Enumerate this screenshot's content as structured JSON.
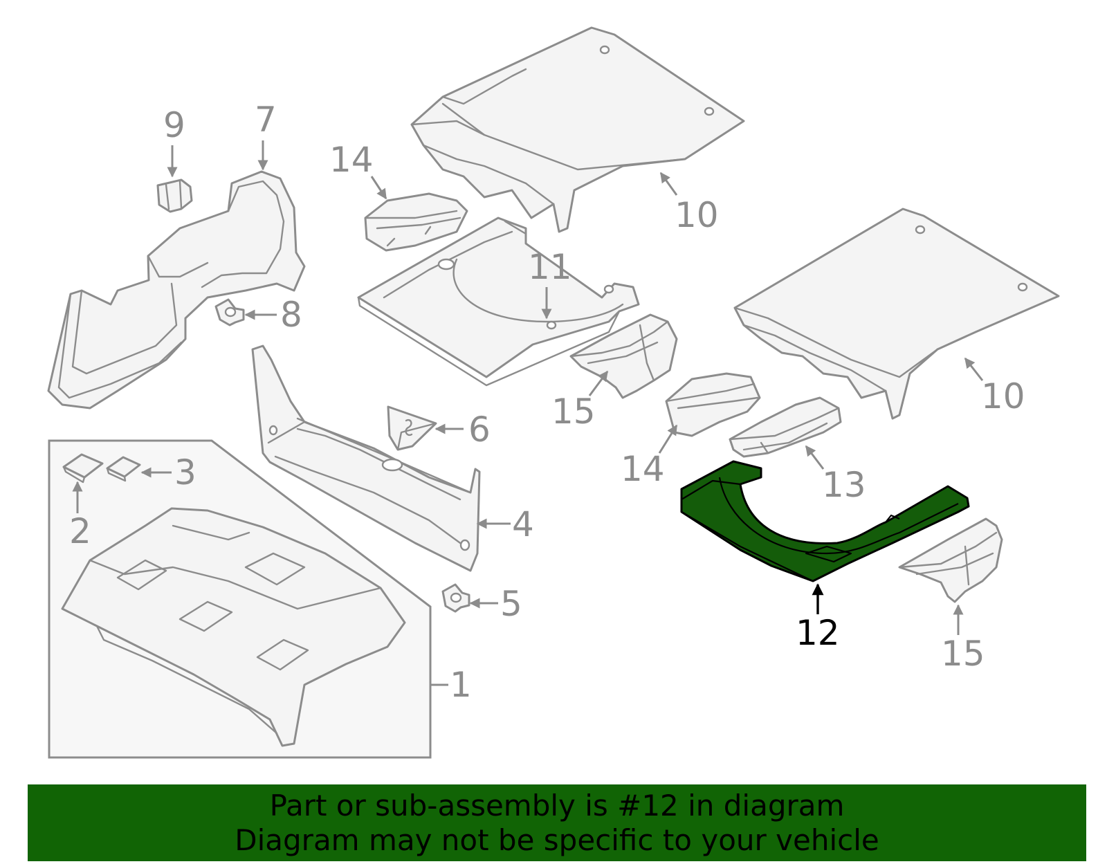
{
  "callouts": {
    "c1": "1",
    "c2": "2",
    "c3": "3",
    "c4": "4",
    "c5": "5",
    "c6": "6",
    "c7": "7",
    "c8": "8",
    "c9": "9",
    "c10a": "10",
    "c10b": "10",
    "c11": "11",
    "c12": "12",
    "c13": "13",
    "c14a": "14",
    "c14b": "14",
    "c15a": "15",
    "c15b": "15"
  },
  "highlight_color": "#145c0a",
  "banner": {
    "line1": "Part or sub-assembly is #12 in diagram",
    "line2": "Diagram may not be specific to your vehicle",
    "color": "#116405"
  }
}
